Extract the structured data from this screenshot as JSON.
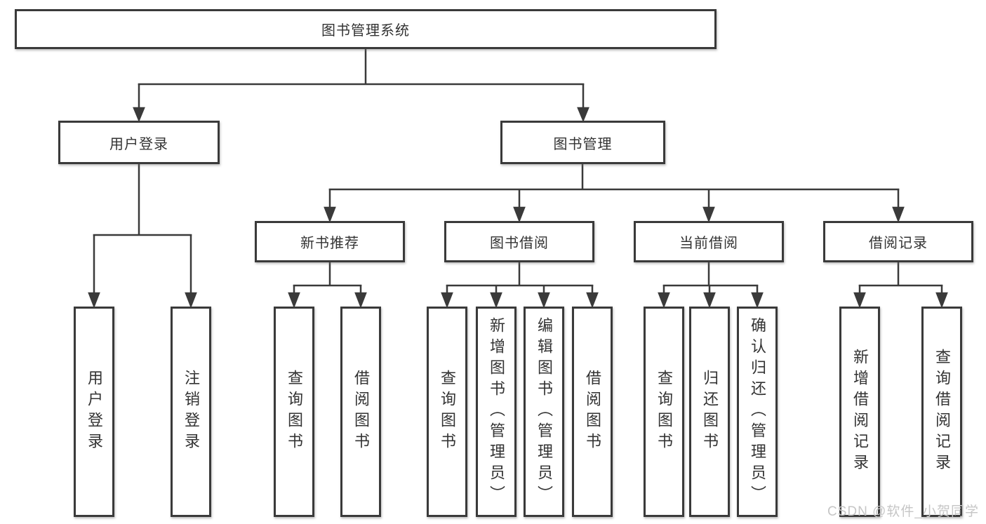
{
  "colors": {
    "line": "#3a3a3a",
    "box_border": "#3a3a3a",
    "text": "#333333",
    "background": "#ffffff",
    "watermark": "#c6c6c6"
  },
  "watermark": {
    "text": "CSDN @软件_小贺同学"
  },
  "tree": {
    "label": "图书管理系统",
    "children": [
      {
        "label": "用户登录",
        "children": [
          {
            "label": "用户登录"
          },
          {
            "label": "注销登录"
          }
        ]
      },
      {
        "label": "图书管理",
        "children": [
          {
            "label": "新书推荐",
            "children": [
              {
                "label": "查询图书"
              },
              {
                "label": "借阅图书"
              }
            ]
          },
          {
            "label": "图书借阅",
            "children": [
              {
                "label": "查询图书"
              },
              {
                "label": "新增图书（管理员）"
              },
              {
                "label": "编辑图书（管理员）"
              },
              {
                "label": "借阅图书"
              }
            ]
          },
          {
            "label": "当前借阅",
            "children": [
              {
                "label": "查询图书"
              },
              {
                "label": "归还图书"
              },
              {
                "label": "确认归还（管理员）"
              }
            ]
          },
          {
            "label": "借阅记录",
            "children": [
              {
                "label": "新增借阅记录"
              },
              {
                "label": "查询借阅记录"
              }
            ]
          }
        ]
      }
    ]
  }
}
